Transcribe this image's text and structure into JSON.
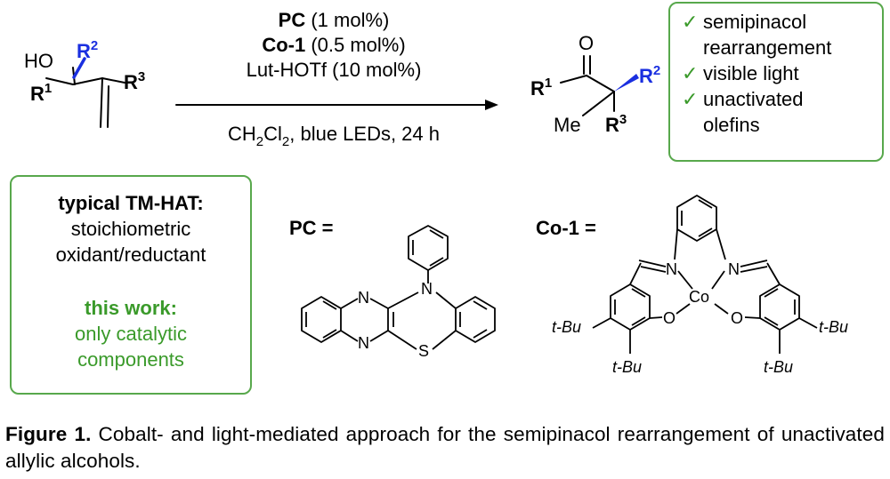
{
  "reactant": {
    "oh": "HO",
    "r1": "R",
    "r1_sup": "1",
    "r2": "R",
    "r2_sup": "2",
    "r3": "R",
    "r3_sup": "3"
  },
  "conditions": {
    "pc_name": "PC",
    "pc_amount": " (1 mol%)",
    "co_name": "Co-1",
    "co_amount": " (0.5 mol%)",
    "additive": "Lut-HOTf (10 mol%)",
    "solvent_main": "CH",
    "solvent_sub1": "2",
    "solvent_cl": "Cl",
    "solvent_sub2": "2",
    "solvent_rest": ", blue LEDs, 24 h"
  },
  "product": {
    "o": "O",
    "r1": "R",
    "r1_sup": "1",
    "r2": "R",
    "r2_sup": "2",
    "r3": "R",
    "r3_sup": "3",
    "me": "Me"
  },
  "features_box": {
    "check": "✓",
    "lines": [
      "semipinacol",
      "rearrangement",
      "visible light",
      "unactivated",
      "olefins"
    ]
  },
  "comparison_box": {
    "title": "typical TM-HAT:",
    "line1": "stoichiometric",
    "line2": "oxidant/reductant",
    "highlight": "this work:",
    "line3": "only catalytic",
    "line4": "components"
  },
  "pc_structure": {
    "label": "PC =",
    "n_top": "N",
    "n_left_top": "N",
    "n_left_bottom": "N",
    "s": "S"
  },
  "co_structure": {
    "label": "Co-1 =",
    "co": "Co",
    "n_left": "N",
    "n_right": "N",
    "o_left": "O",
    "o_right": "O",
    "tbu_left": "t-Bu",
    "tbu_right": "t-Bu",
    "tbu_bottom_left": "t-Bu",
    "tbu_bottom_right": "t-Bu"
  },
  "caption": {
    "label": "Figure 1.",
    "text": " Cobalt- and light-mediated approach for the semipinacol rearrangement of unactivated allylic alcohols."
  },
  "colors": {
    "r2_blue": "#1a2fe0",
    "green": "#3a9a2a",
    "box_border": "#58a84c"
  }
}
